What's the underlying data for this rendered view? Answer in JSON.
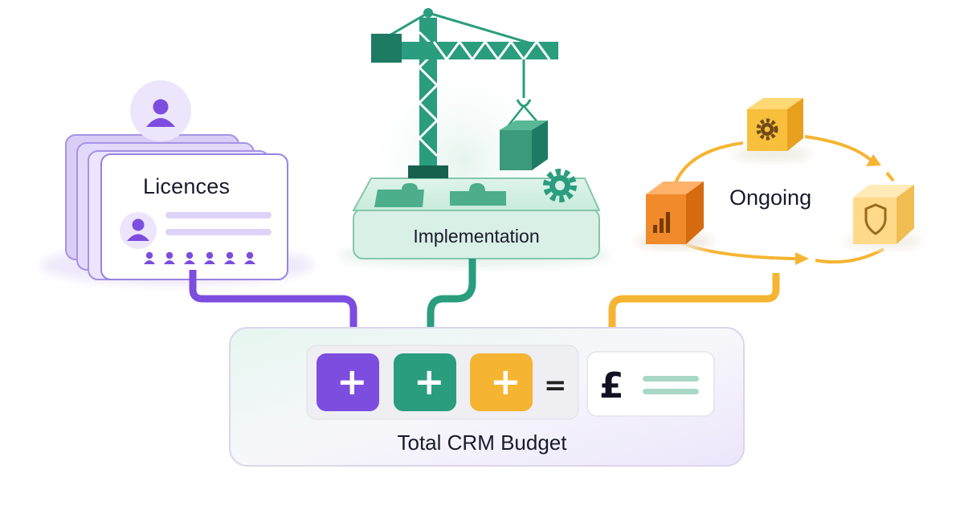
{
  "licences": {
    "label": "Licences"
  },
  "implementation": {
    "label": "Implementation"
  },
  "ongoing": {
    "label": "Ongoing"
  },
  "budget": {
    "label": "Total CRM Budget",
    "operators": {
      "plus": "+",
      "equals": "="
    },
    "currency_symbol": "£"
  },
  "colors": {
    "purple": "#7c4ddf",
    "green": "#2a9d7f",
    "amber": "#f5b532",
    "orange": "#ee7a1c"
  },
  "icons": [
    "user-icon",
    "crane-icon",
    "puzzle-icon",
    "gear-icon",
    "cube-icon",
    "bar-chart-icon",
    "shield-icon"
  ]
}
